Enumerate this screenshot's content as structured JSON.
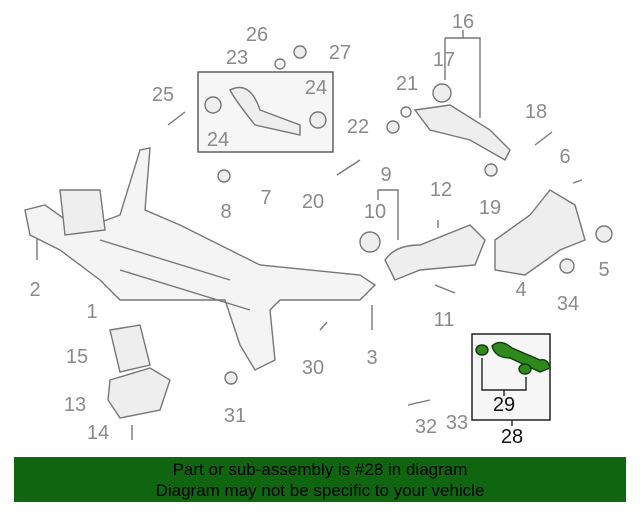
{
  "diagram": {
    "callouts": [
      "1",
      "2",
      "3",
      "4",
      "5",
      "6",
      "7",
      "8",
      "9",
      "10",
      "11",
      "12",
      "13",
      "14",
      "15",
      "16",
      "17",
      "18",
      "19",
      "20",
      "21",
      "22",
      "23",
      "24",
      "24",
      "25",
      "26",
      "27",
      "30",
      "31",
      "32",
      "33",
      "34"
    ],
    "highlighted": {
      "assembly": "28",
      "sub_part": "29"
    },
    "highlight_color": "#2f8a1e"
  },
  "banner": {
    "line1": "Part or sub-assembly is #28 in diagram",
    "line2": "Diagram may not be specific to your vehicle",
    "color": "#106510"
  }
}
